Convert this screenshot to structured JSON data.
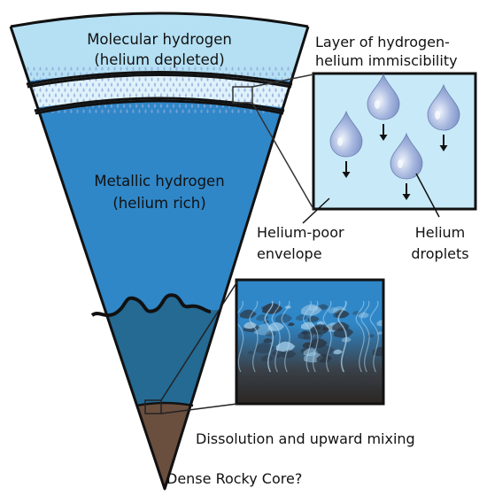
{
  "layers": {
    "molecular": {
      "line1": "Molecular hydrogen",
      "line2": "(helium depleted)",
      "color": "#b5e0f3"
    },
    "immiscibility_band": {
      "color": "#dff2fb",
      "droplet_color": "#8ea8d8"
    },
    "metallic": {
      "line1": "Metallic hydrogen",
      "line2": "(helium rich)",
      "color": "#2f87c8"
    },
    "mixing_zone": {
      "color": "#246a93"
    },
    "core": {
      "color": "#6a4f3f"
    }
  },
  "callouts": {
    "immiscibility": {
      "line1": "Layer of hydrogen-",
      "line2": "helium immiscibility",
      "inset_background": "#c8e9f7"
    },
    "helium_poor": {
      "line1": "Helium-poor",
      "line2": "envelope"
    },
    "helium_droplets": {
      "line1": "Helium",
      "line2": "droplets"
    },
    "dissolution": {
      "text": "Dissolution and upward mixing",
      "inset_top_color": "#2f87c8",
      "inset_bottom_color": "#2b2623"
    },
    "core": {
      "text": "Dense Rocky Core?"
    }
  }
}
